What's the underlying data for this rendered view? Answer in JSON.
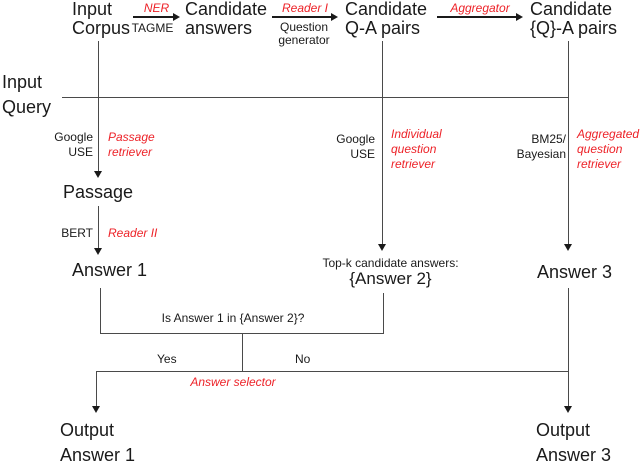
{
  "figure_title": "question-answering-pipeline-flowchart",
  "colors": {
    "module_red": "#ed2228",
    "text_black": "#1a1a1a",
    "line_gray": "#4a4a4a"
  },
  "nodes": {
    "input_corpus": {
      "line1": "Input",
      "line2": "Corpus"
    },
    "candidate_answers": {
      "line1": "Candidate",
      "line2": "answers"
    },
    "candidate_qa_pairs": {
      "line1": "Candidate",
      "line2": "Q-A pairs"
    },
    "candidate_qset_a_pairs": {
      "line1": "Candidate",
      "line2": "{Q}-A pairs"
    },
    "input_query": {
      "line1": "Input",
      "line2": "Query"
    },
    "passage": {
      "label": "Passage"
    },
    "answer1": {
      "label": "Answer 1"
    },
    "answer2": {
      "caption": "Top-k candidate answers:",
      "label": "{Answer 2}"
    },
    "answer3": {
      "label": "Answer 3"
    },
    "output_answer1": {
      "line1": "Output",
      "line2": "Answer 1"
    },
    "output_answer3": {
      "line1": "Output",
      "line2": "Answer 3"
    }
  },
  "edges": {
    "ner": {
      "module": "NER",
      "tool": "TAGME"
    },
    "reader_i": {
      "module": "Reader I",
      "tool_line1": "Question",
      "tool_line2": "generator"
    },
    "aggregator": {
      "module": "Aggregator"
    },
    "passage_retriever": {
      "tool_line1": "Google",
      "tool_line2": "USE",
      "module_line1": "Passage",
      "module_line2": "retriever"
    },
    "reader_ii": {
      "tool": "BERT",
      "module": "Reader II"
    },
    "individual_question_retriever": {
      "tool_line1": "Google",
      "tool_line2": "USE",
      "module_line1": "Individual",
      "module_line2": "question",
      "module_line3": "retriever"
    },
    "aggregated_question_retriever": {
      "tool_line1": "BM25/",
      "tool_line2": "Bayesian",
      "module_line1": "Aggregated",
      "module_line2": "question",
      "module_line3": "retriever"
    },
    "answer_selector": {
      "condition": "Is Answer 1 in {Answer 2}?",
      "yes": "Yes",
      "no": "No",
      "module": "Answer selector"
    }
  }
}
